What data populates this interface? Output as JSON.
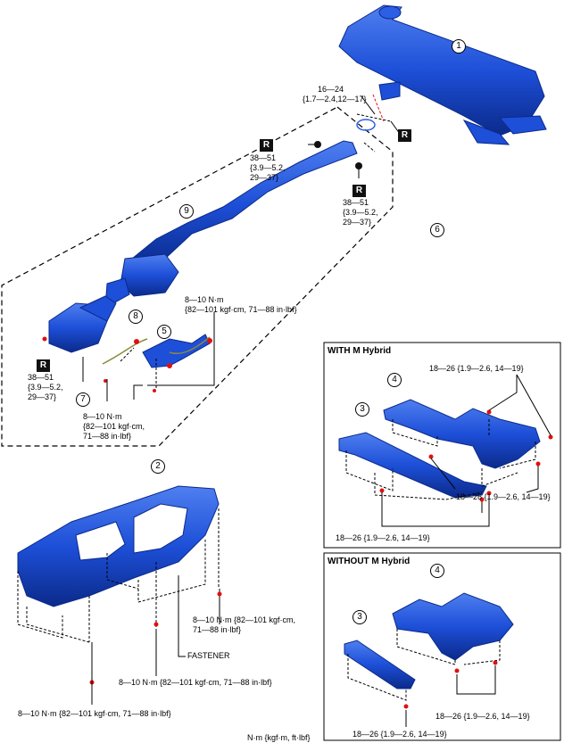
{
  "callouts": {
    "c1": "1",
    "c2": "2",
    "c3a": "3",
    "c3b": "3",
    "c4a": "4",
    "c4b": "4",
    "c5": "5",
    "c6": "6",
    "c7": "7",
    "c8": "8",
    "c9": "9"
  },
  "replace_badge": "R",
  "torques": {
    "gasket_upper": "16—24",
    "gasket_upper2": "{1.7—2.4,12—17}",
    "nut_a_1": "38—51",
    "nut_a_2": "{3.9—5.2,",
    "nut_a_3": "29—37}",
    "nut_b_1": "38—51",
    "nut_b_2": "{3.9—5.2,",
    "nut_b_3": "29—37}",
    "nut_c_1": "38—51",
    "nut_c_2": "{3.9—5.2,",
    "nut_c_3": "29—37}",
    "sensor_upper_1": "8—10 N·m",
    "sensor_upper_2": "{82—101 kgf·cm, 71—88 in·lbf}",
    "sensor_lower_1": "8—10 N·m",
    "sensor_lower_2": "{82—101 kgf·cm,",
    "sensor_lower_3": "71—88 in·lbf}",
    "cover_right_1": "8—10 N·m {82—101 kgf·cm,",
    "cover_right_2": "71—88 in·lbf}",
    "cover_mid": "8—10 N·m {82—101 kgf·cm, 71—88 in·lbf}",
    "cover_bottom": "8—10 N·m {82—101 kgf·cm, 71—88 in·lbf}",
    "fastener": "FASTENER",
    "with_top": "18—26 {1.9—2.6, 14—19}",
    "with_mid": "18—26 {1.9—2.6, 14—19}",
    "with_bottom": "18—26 {1.9—2.6, 14—19}",
    "without_mid": "18—26 {1.9—2.6, 14—19}",
    "without_bottom": "18—26 {1.9—2.6, 14—19}"
  },
  "panels": {
    "with_title": "WITH M Hybrid",
    "without_title": "WITHOUT M Hybrid"
  },
  "units": "N·m {kgf·m, ft·lbf}",
  "colors": {
    "part_blue": "#1d4fd8",
    "part_dark": "#0b2a8a",
    "highlight_red": "#e01010"
  }
}
